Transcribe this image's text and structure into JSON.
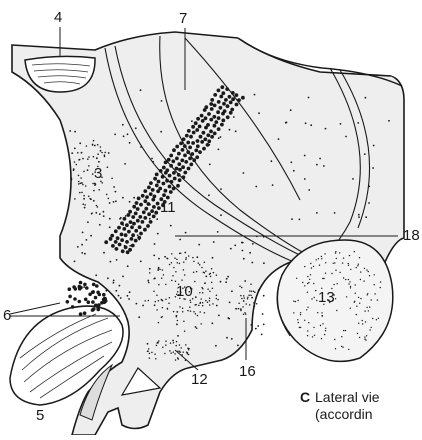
{
  "figure": {
    "labels": {
      "l3": "3",
      "l4": "4",
      "l5": "5",
      "l6": "6",
      "l7": "7",
      "l10": "10",
      "l11": "11",
      "l12": "12",
      "l13": "13",
      "l16": "16",
      "l18": "18"
    },
    "caption": {
      "letter": "C",
      "line1": "Lateral vie",
      "line2": "(accordin"
    },
    "colors": {
      "tissue": "#eeeeee",
      "outline": "#1a1a1a",
      "background": "#ffffff"
    }
  }
}
